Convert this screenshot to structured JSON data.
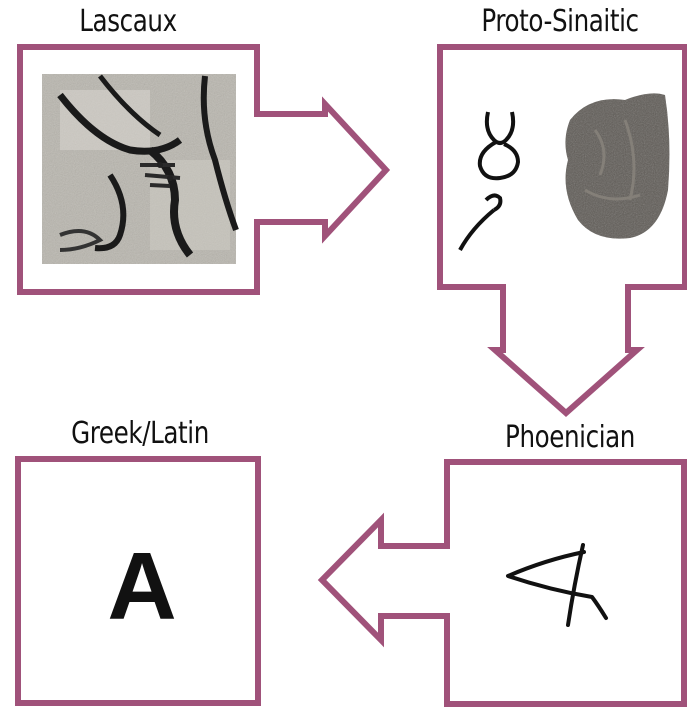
{
  "stages": {
    "lascaux": {
      "label": "Lascaux"
    },
    "proto_sinaitic": {
      "label": "Proto-Sinaitic"
    },
    "phoenician": {
      "label": "Phoenician"
    },
    "greek_latin": {
      "label": "Greek/Latin",
      "glyph": "A"
    }
  },
  "colors": {
    "frame": "#a0527a",
    "ink": "#111111"
  },
  "images": {
    "lascaux": "cave-painting-aurochs",
    "proto_sinaitic": "ox-head-glyph-and-stone",
    "phoenician": "phoenician-aleph-glyph"
  }
}
